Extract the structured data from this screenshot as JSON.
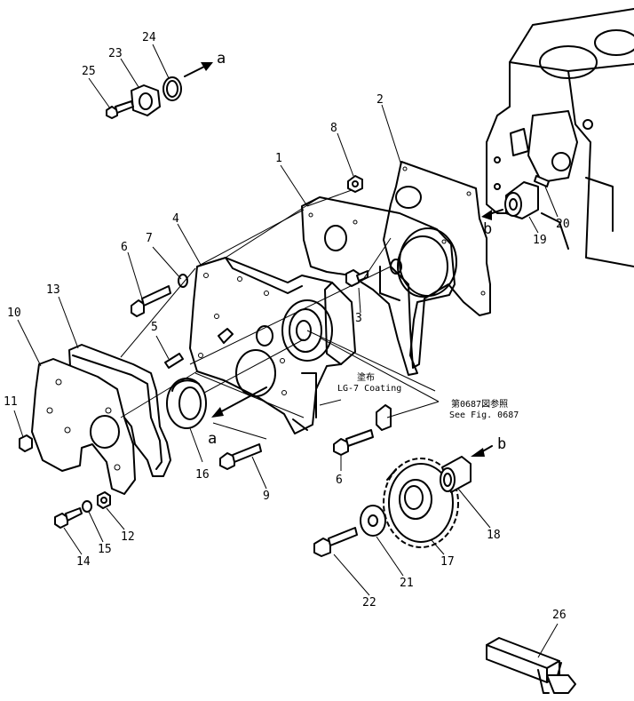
{
  "callouts": {
    "n1": "1",
    "n2": "2",
    "n3": "3",
    "n4": "4",
    "n5": "5",
    "n6a": "6",
    "n6b": "6",
    "n7": "7",
    "n8": "8",
    "n9": "9",
    "n10": "10",
    "n11": "11",
    "n12": "12",
    "n13": "13",
    "n14": "14",
    "n15": "15",
    "n16": "16",
    "n17": "17",
    "n18": "18",
    "n19": "19",
    "n20": "20",
    "n21": "21",
    "n22": "22",
    "n23": "23",
    "n24": "24",
    "n25": "25",
    "n26": "26"
  },
  "arrows": {
    "a_top": "a",
    "a_mid": "a",
    "b_right": "b",
    "b_low": "b"
  },
  "notes": {
    "coating_jp": "塗布",
    "coating_en": "LG-7 Coating",
    "ref_jp": "第0687図参照",
    "ref_en": "See Fig. 0687"
  }
}
